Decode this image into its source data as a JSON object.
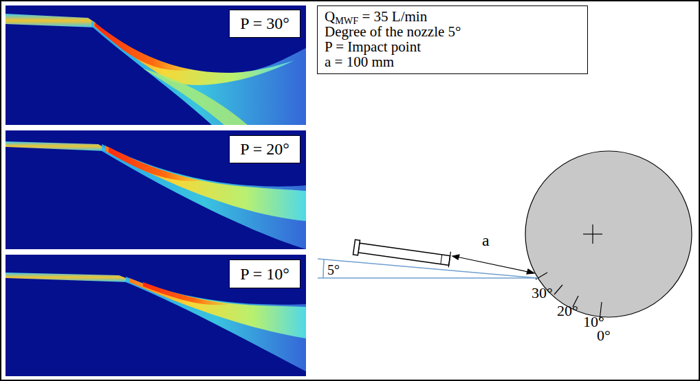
{
  "diagram": {
    "nodes": [
      {
        "text": [
          "P = 30°"
        ]
      },
      {
        "text": [
          "QMWF = 35 L/min",
          "Degree of the nozzle 5°",
          "P = Impact point",
          "a = 100 mm"
        ]
      },
      {
        "text": [
          "P = 20°"
        ]
      },
      {
        "text": [
          "P = 10°"
        ]
      }
    ],
    "labels": [
      "5°",
      "a",
      "30°",
      "20°",
      "10°",
      "0°"
    ]
  }
}
